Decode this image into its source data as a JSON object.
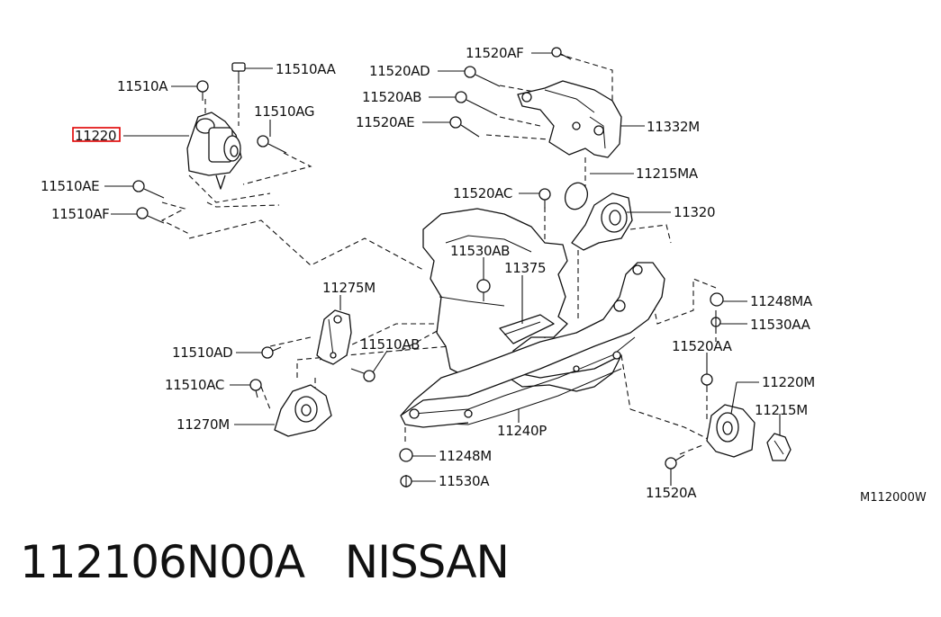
{
  "labels": {
    "p11510AA": "11510AA",
    "p11510A": "11510A",
    "p11510AG": "11510AG",
    "p11220": "11220",
    "p11510AE": "11510AE",
    "p11510AF": "11510AF",
    "p11520AF": "11520AF",
    "p11520AD": "11520AD",
    "p11520AB": "11520AB",
    "p11520AE": "11520AE",
    "p11332M": "11332M",
    "p11215MA": "11215MA",
    "p11520AC": "11520AC",
    "p11320": "11320",
    "p11530AB": "11530AB",
    "p11375": "11375",
    "p11275M": "11275M",
    "p11510AD": "11510AD",
    "p11510AB": "11510AB",
    "p11510AC": "11510AC",
    "p11270M": "11270M",
    "p11248MA": "11248MA",
    "p11530AA": "11530AA",
    "p11520AA": "11520AA",
    "p11220M": "11220M",
    "p11215M": "11215M",
    "p11240P": "11240P",
    "p11248M": "11248M",
    "p11530A": "11530A",
    "p11520A": "11520A",
    "diagram_code": "M112000W"
  },
  "caption": {
    "part_number": "112106N00A",
    "brand": "NISSAN"
  },
  "highlight_color": "#e00000"
}
